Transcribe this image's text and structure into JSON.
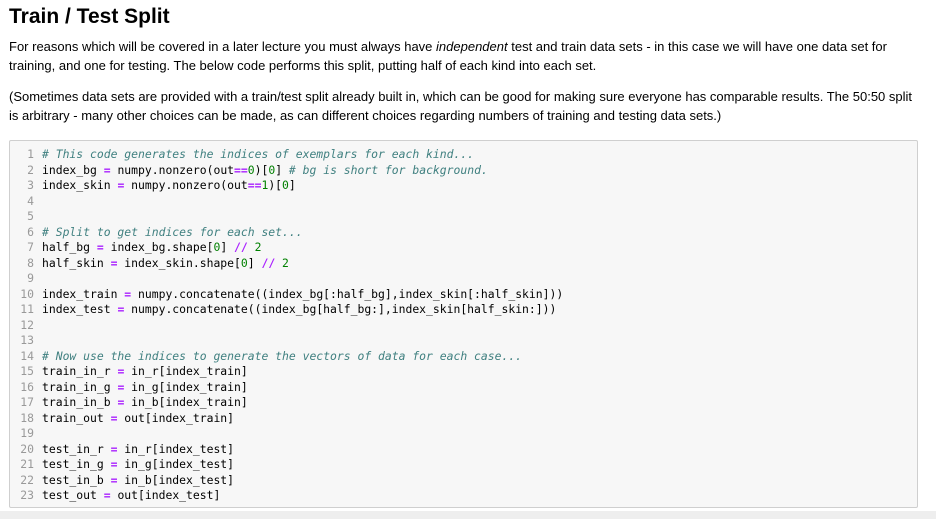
{
  "heading": "Train / Test Split",
  "paragraph1": {
    "before": "For reasons which will be covered in a later lecture you must always have ",
    "em": "independent",
    "after": " test and train data sets - in this case we will have one data set for training, and one for testing. The below code performs this split, putting half of each kind into each set."
  },
  "paragraph2": "(Sometimes data sets are provided with a train/test split already built in, which can be good for making sure everyone has comparable results. The 50:50 split is arbitrary - many other choices can be made, as can different choices regarding numbers of training and testing data sets.)",
  "code_lines": [
    "# This code generates the indices of exemplars for each kind...",
    "index_bg = numpy.nonzero(out==0)[0] # bg is short for background.",
    "index_skin = numpy.nonzero(out==1)[0]",
    "",
    "",
    "# Split to get indices for each set...",
    "half_bg = index_bg.shape[0] // 2",
    "half_skin = index_skin.shape[0] // 2",
    "",
    "index_train = numpy.concatenate((index_bg[:half_bg],index_skin[:half_skin]))",
    "index_test = numpy.concatenate((index_bg[half_bg:],index_skin[half_skin:]))",
    "",
    "",
    "# Now use the indices to generate the vectors of data for each case...",
    "train_in_r = in_r[index_train]",
    "train_in_g = in_g[index_train]",
    "train_in_b = in_b[index_train]",
    "train_out = out[index_train]",
    "",
    "test_in_r = in_r[index_test]",
    "test_in_g = in_g[index_test]",
    "test_in_b = in_b[index_test]",
    "test_out = out[index_test]"
  ],
  "colors": {
    "comment": "#408080",
    "operator": "#aa22ff",
    "number": "#008000",
    "line_number": "#999999",
    "cell_background": "#f7f7f7",
    "cell_border": "#cfcfcf"
  }
}
